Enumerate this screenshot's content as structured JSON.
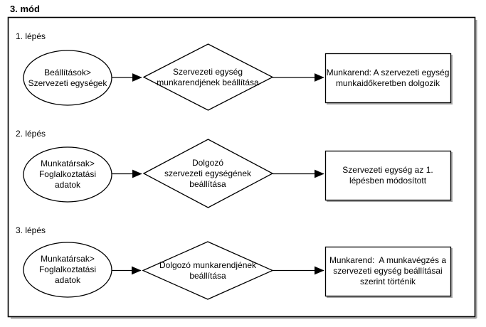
{
  "page": {
    "title": "3. mód"
  },
  "diagram": {
    "rows": [
      {
        "step_label": "1. lépés",
        "source": "Beállítások>\nSzervezeti egységek",
        "decision": "Szervezeti egység\nmunkarendjének beállítása",
        "result": "Munkarend: A szervezeti egység\nmunkaidőkeretben dolgozik"
      },
      {
        "step_label": "2. lépés",
        "source": "Munkatársak>\nFoglalkoztatási\nadatok",
        "decision": "Dolgozó\nszervezeti egységének\nbeállítása",
        "result": "Szervezeti egység az 1.\nlépésben módosított"
      },
      {
        "step_label": "3. lépés",
        "source": "Munkatársak>\nFoglalkoztatási\nadatok",
        "decision": "Dolgozó munkarendjének\nbeállítása",
        "result": "Munkarend:  A munkavégzés a\nszervezeti egység beállításai\nszerint történik"
      }
    ]
  },
  "colors": {
    "stroke": "#000000",
    "background": "#ffffff",
    "shadow": "#a6a6a6"
  }
}
